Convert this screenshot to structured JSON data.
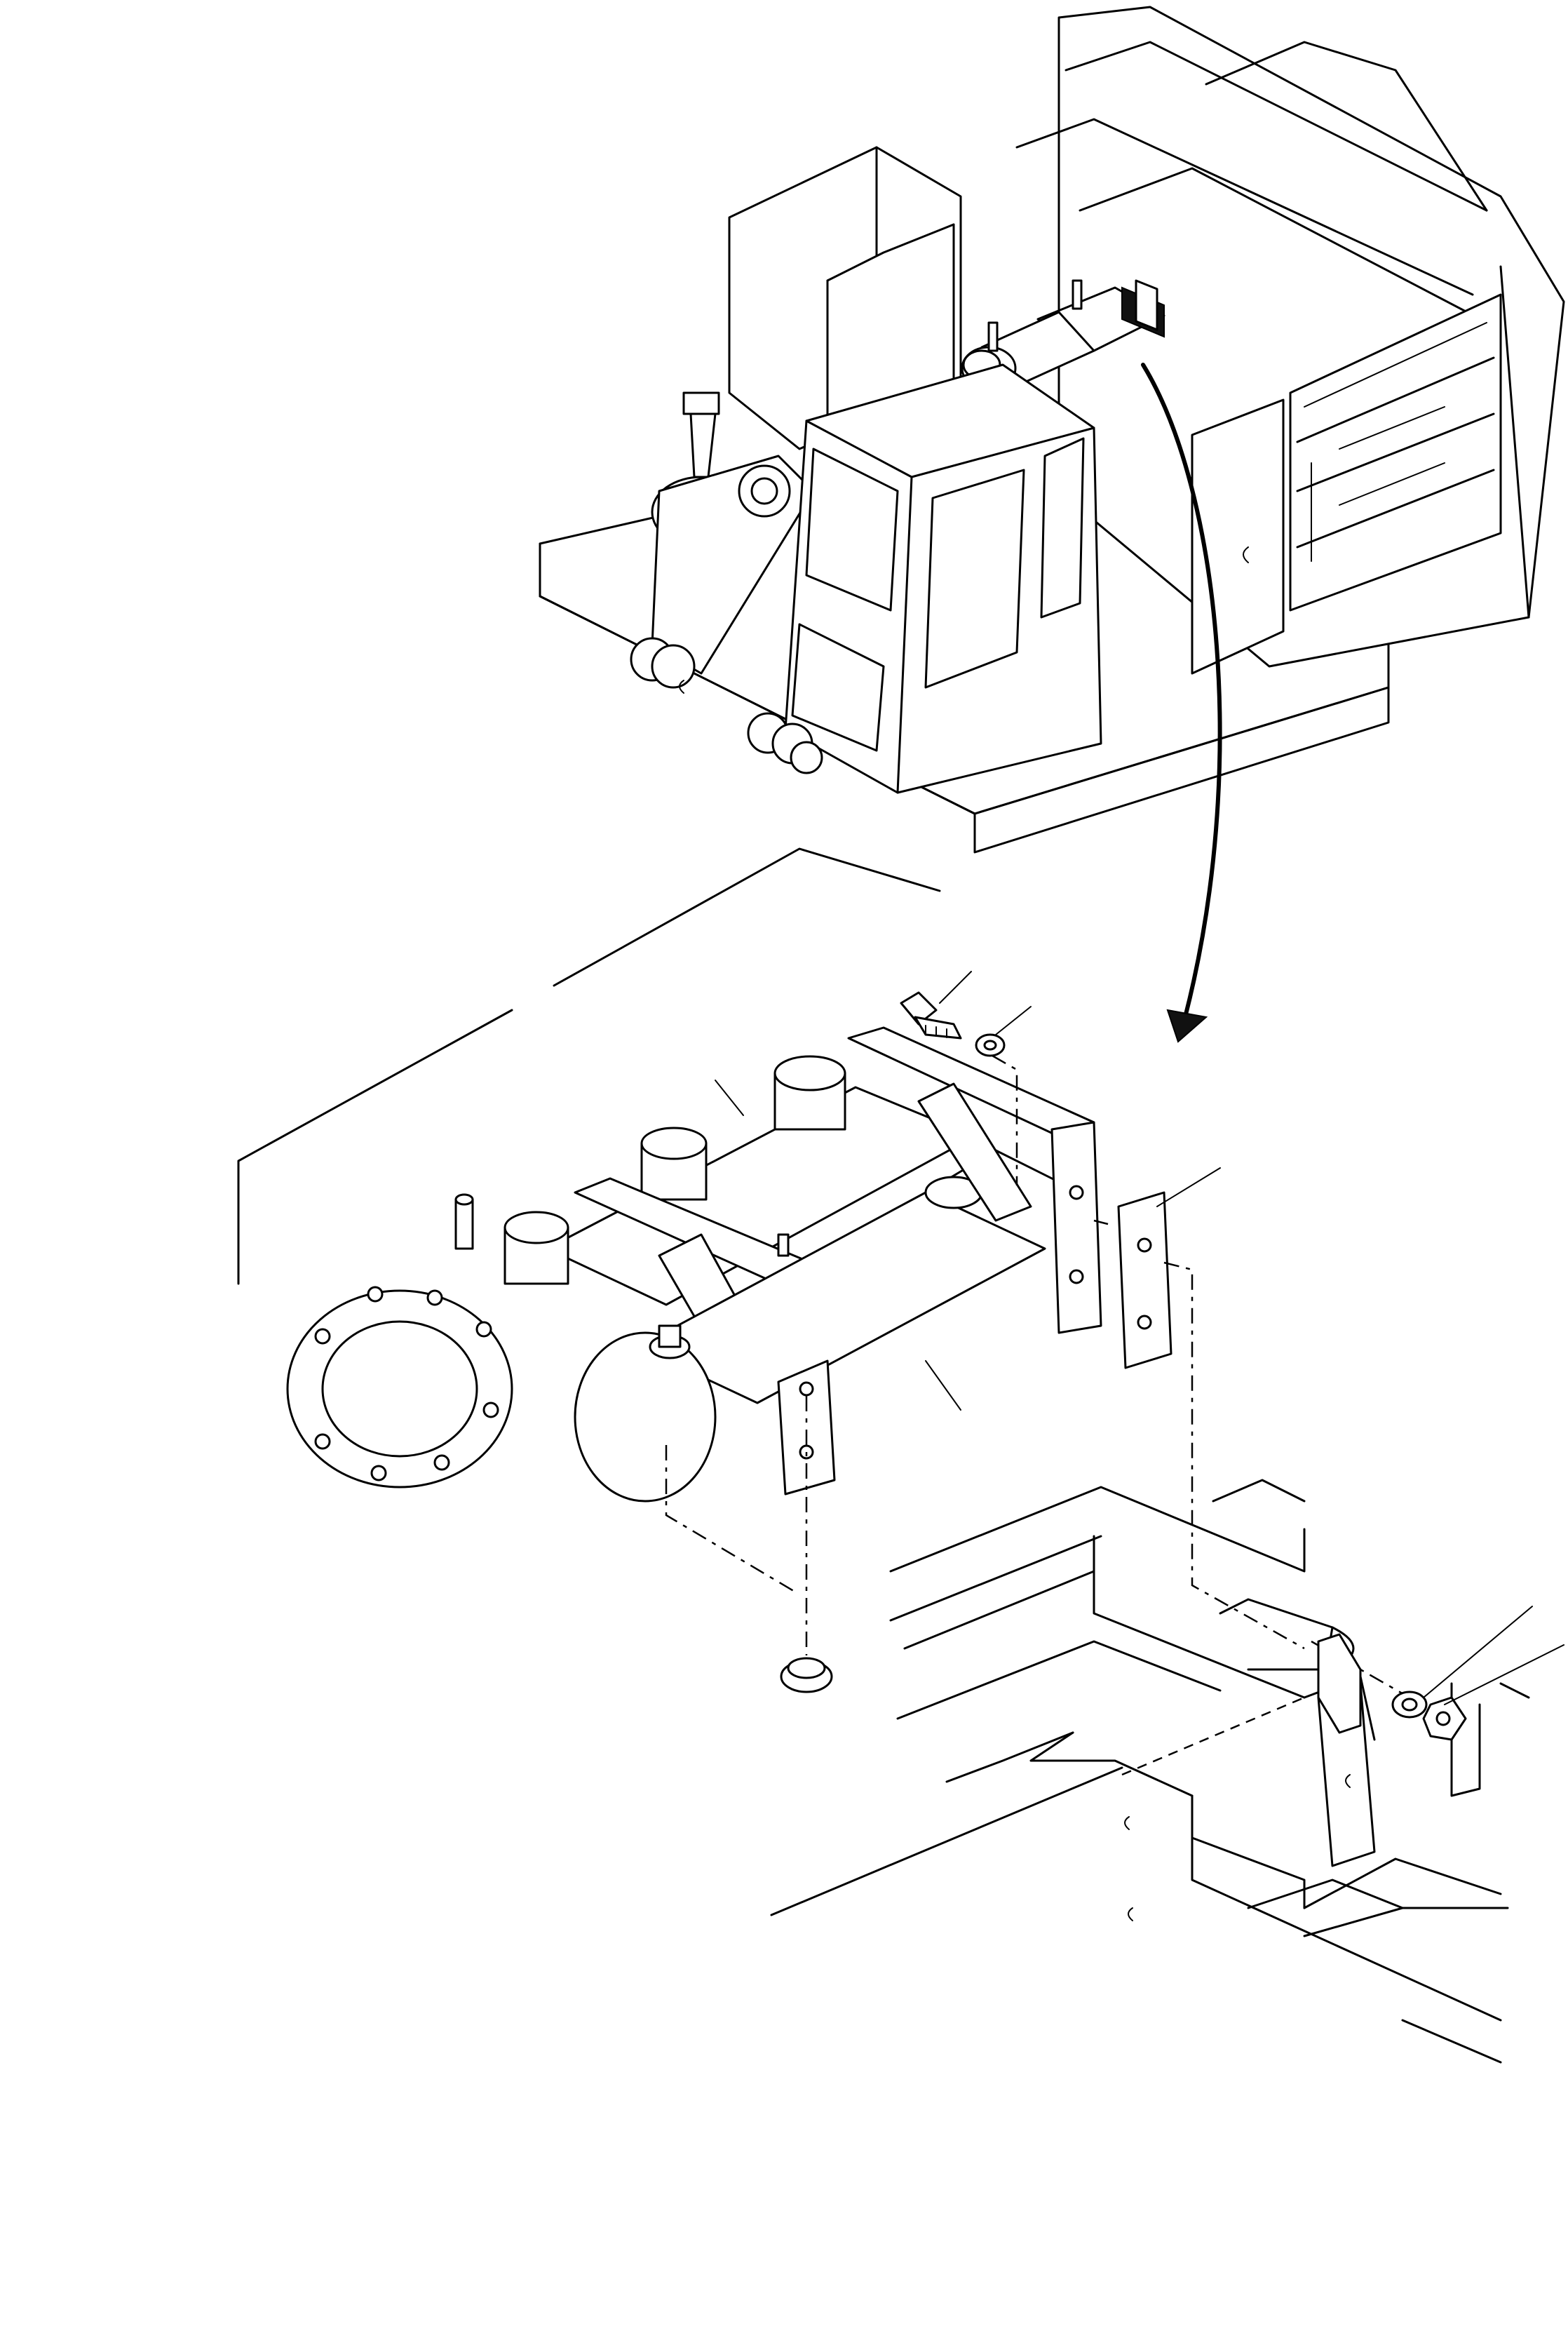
{
  "figure": {
    "labels": [],
    "overview_view": {
      "parts": [
        "upper-structure",
        "operator-cab",
        "boom-foot",
        "side-panels",
        "cooler-location"
      ]
    },
    "detail_view": {
      "parts": [
        "cooler-assembly",
        "mounting-bolt",
        "washer",
        "bracket-plate",
        "frame-mount",
        "nut",
        "lock-washer"
      ]
    },
    "callouts": [
      "leader-bolt",
      "leader-washer",
      "leader-upper-tank",
      "leader-bracket-plate",
      "leader-lower-tank",
      "leader-nut",
      "leader-lock-washer"
    ]
  }
}
